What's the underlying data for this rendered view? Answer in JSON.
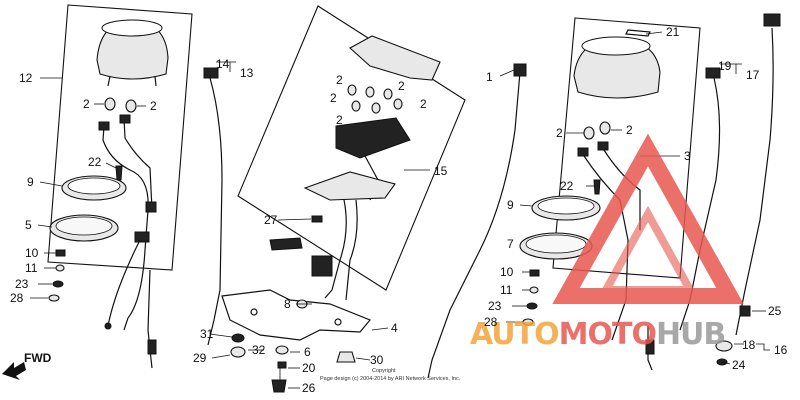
{
  "callouts": {
    "c1": "1",
    "c2": "2",
    "c3": "3",
    "c4": "4",
    "c5": "5",
    "c6": "6",
    "c7": "7",
    "c8": "8",
    "c9": "9",
    "c10": "10",
    "c11": "11",
    "c12": "12",
    "c13": "13",
    "c14": "14",
    "c15": "15",
    "c16": "16",
    "c17": "17",
    "c18": "18",
    "c19": "19",
    "c20": "20",
    "c21": "21",
    "c22": "22",
    "c23": "23",
    "c24": "24",
    "c25": "25",
    "c26": "26",
    "c27": "27",
    "c28": "28",
    "c29": "29",
    "c30": "30",
    "c31": "31",
    "c32": "32"
  },
  "direction": "FWD",
  "copyright_title": "Copyright",
  "copyright_line": "Page design (c) 2004-2014 by ARI Network Services, Inc.",
  "watermark": {
    "text_part1": "AUTO",
    "text_part2": "MOTO",
    "text_part3": "HUB",
    "color_orange": "#f4a43a",
    "color_red": "#e8584f",
    "color_gray": "#9a9a9a"
  }
}
